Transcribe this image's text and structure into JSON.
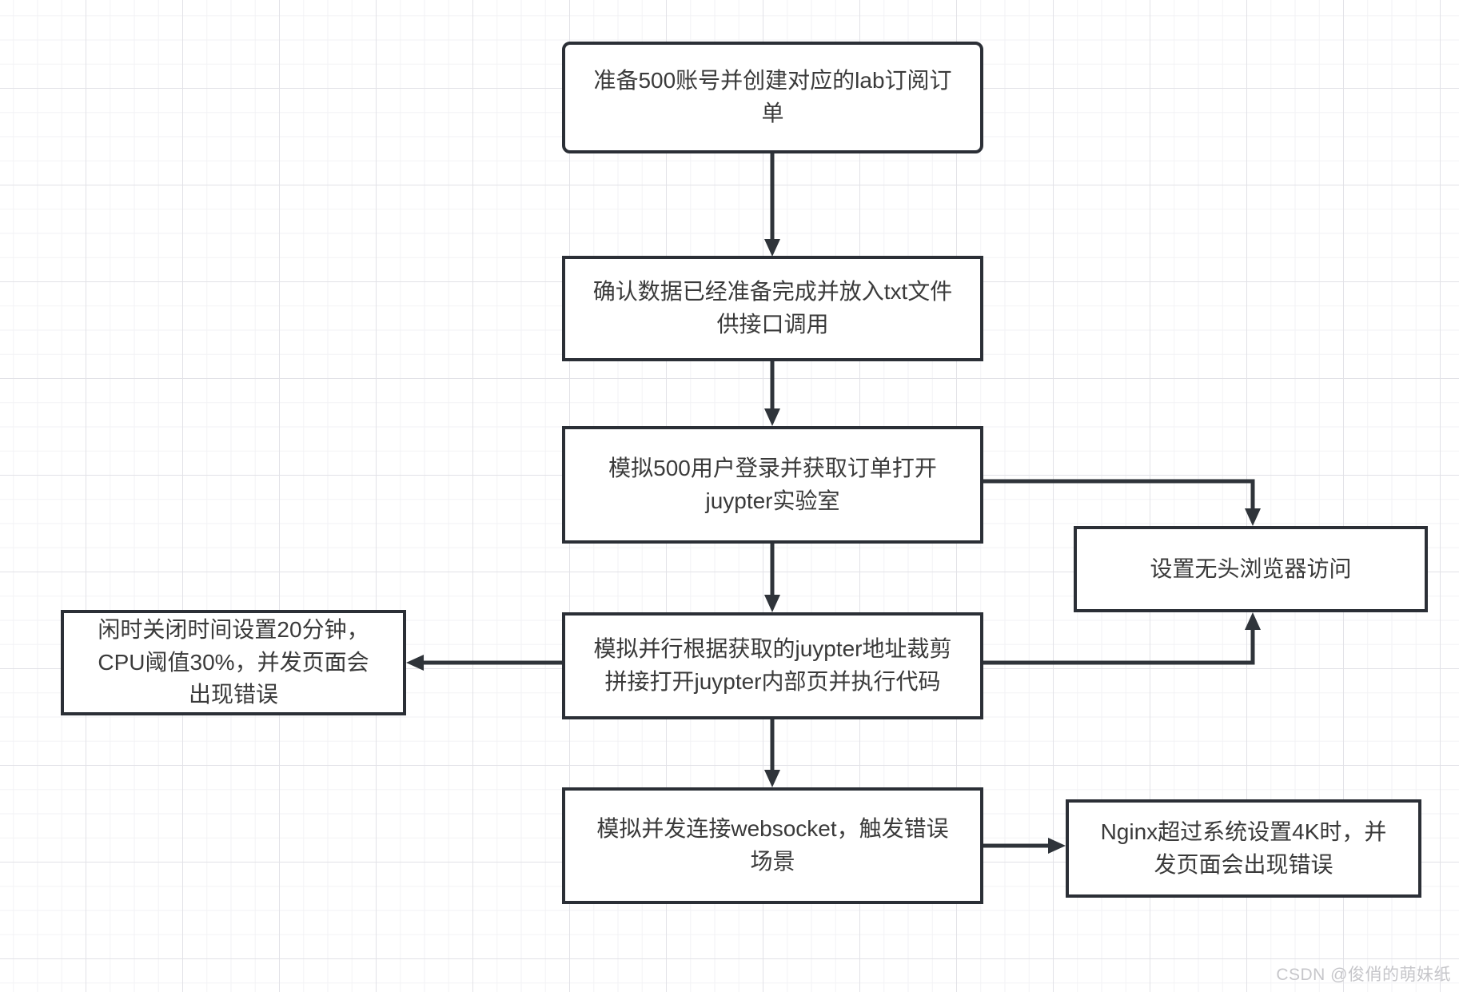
{
  "diagram": {
    "type": "flowchart",
    "canvas": {
      "background": "#ffffff",
      "grid_minor_color": "#f2f2f5",
      "grid_major_color": "#e2e2e7",
      "node_border_color": "#2b2f36",
      "edge_color": "#2f343a",
      "text_color": "#3a3a3a"
    },
    "nodes": [
      {
        "id": "prepare-accounts",
        "label": "准备500账号并创建对应的lab订阅订单"
      },
      {
        "id": "confirm-data",
        "label": "确认数据已经准备完成并放入txt文件供接口调用"
      },
      {
        "id": "simulate-login",
        "label": "模拟500用户登录并获取订单打开juypter实验室"
      },
      {
        "id": "headless-browser",
        "label": "设置无头浏览器访问"
      },
      {
        "id": "parallel-execute",
        "label": "模拟并行根据获取的juypter地址裁剪拼接打开juypter内部页并执行代码"
      },
      {
        "id": "idle-close-error",
        "label": "闲时关闭时间设置20分钟，CPU阈值30%，并发页面会出现错误"
      },
      {
        "id": "websocket-error",
        "label": "模拟并发连接websocket，触发错误场景"
      },
      {
        "id": "nginx-4k-error",
        "label": "Nginx超过系统设置4K时，并发页面会出现错误"
      }
    ],
    "edges": [
      {
        "from": "prepare-accounts",
        "to": "confirm-data"
      },
      {
        "from": "confirm-data",
        "to": "simulate-login"
      },
      {
        "from": "simulate-login",
        "to": "headless-browser"
      },
      {
        "from": "simulate-login",
        "to": "parallel-execute"
      },
      {
        "from": "parallel-execute",
        "to": "headless-browser"
      },
      {
        "from": "parallel-execute",
        "to": "idle-close-error"
      },
      {
        "from": "parallel-execute",
        "to": "websocket-error"
      },
      {
        "from": "websocket-error",
        "to": "nginx-4k-error"
      }
    ]
  },
  "watermark": {
    "text": "CSDN @俊俏的萌妹纸"
  }
}
